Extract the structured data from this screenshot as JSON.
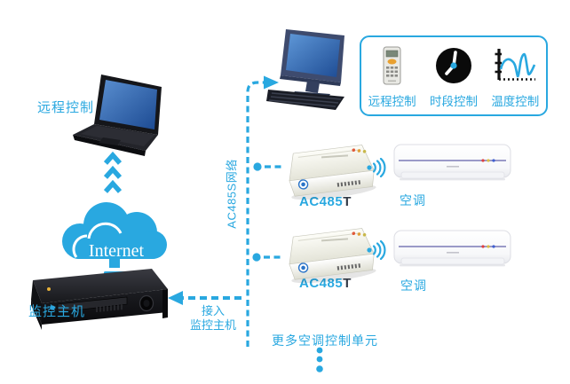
{
  "colors": {
    "accent": "#29A8E0",
    "dark_suffix": "#333a47",
    "cloud_blue": "#29A8E0"
  },
  "remote_laptop": {
    "label": "远程控制",
    "device": "laptop"
  },
  "cloud": {
    "label": "Internet"
  },
  "server": {
    "label": "监控主机",
    "device": "rackmount-host"
  },
  "network_line": {
    "label": "AC485S网络"
  },
  "access_link": {
    "line1": "接入",
    "line2": "监控主机"
  },
  "control_panel": {
    "items": [
      {
        "icon": "remote-control-icon",
        "label": "远程控制"
      },
      {
        "icon": "clock-icon",
        "label": "时段控制"
      },
      {
        "icon": "temperature-chart-icon",
        "label": "温度控制"
      }
    ]
  },
  "units": [
    {
      "adapter": "AC485",
      "adapter_suffix": "T",
      "ac": "空调"
    },
    {
      "adapter": "AC485",
      "adapter_suffix": "T",
      "ac": "空调"
    }
  ],
  "more_units": {
    "label": "更多空调控制单元"
  }
}
